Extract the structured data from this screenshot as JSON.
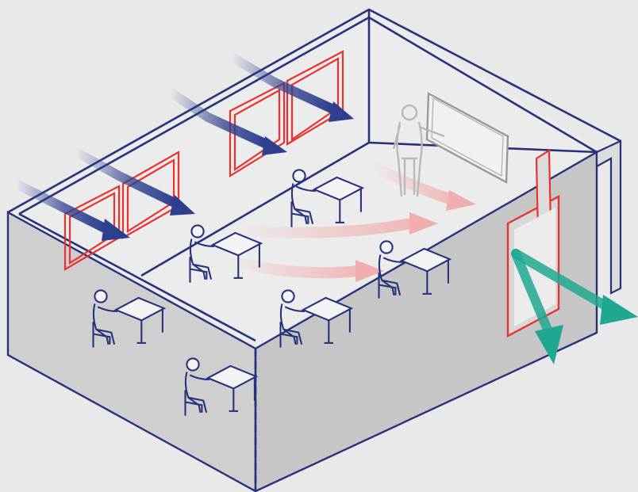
{
  "diagram": {
    "subject": "classroom-cross-ventilation",
    "colors": {
      "background": "#e9e9e9",
      "floor": "#ececec",
      "wall_shade": "#c9c9c9",
      "outline": "#26337a",
      "window_frame": "#e8332f",
      "airflow_in": "#2e3f8f",
      "airflow_room": "#f2a8a8",
      "airflow_out": "#1ea891",
      "teacher": "#b9b9b9",
      "whiteboard": "#9a9a9a"
    },
    "icons": [
      "classroom-room",
      "window",
      "desk",
      "student",
      "teacher",
      "whiteboard",
      "door",
      "airflow-arrow"
    ]
  }
}
